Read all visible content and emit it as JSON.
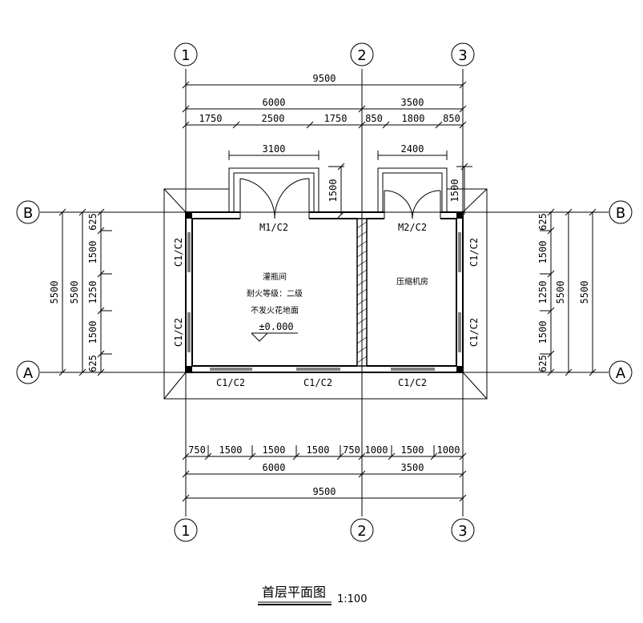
{
  "axes": {
    "col_1": "1",
    "col_2": "2",
    "col_3": "3",
    "row_a": "A",
    "row_b": "B"
  },
  "dims_top": {
    "overall": "9500",
    "bay_1": "6000",
    "bay_2": "3500",
    "seg_a": "1750",
    "seg_b": "2500",
    "seg_c": "1750",
    "seg_d": "850",
    "seg_e": "1800",
    "seg_f": "850",
    "door_1_width": "3100",
    "door_2_width": "2400",
    "canopy_1_depth": "1500",
    "canopy_2_depth": "1500"
  },
  "dims_bottom": {
    "seg_1": "750",
    "seg_2": "1500",
    "seg_3": "1500",
    "seg_4": "1500",
    "seg_5": "750",
    "seg_6": "1000",
    "seg_7": "1500",
    "seg_8": "1000",
    "bay_1": "6000",
    "bay_2": "3500",
    "overall": "9500"
  },
  "dims_left": {
    "overall_outer": "5500",
    "overall_inner": "5500",
    "seg_1": "625",
    "seg_2": "1500",
    "seg_3": "1250",
    "seg_4": "1500",
    "seg_5": "625"
  },
  "dims_right": {
    "overall_inner": "5500",
    "overall_outer": "5500",
    "seg_1": "625",
    "seg_2": "1500",
    "seg_3": "1250",
    "seg_4": "1500",
    "seg_5": "625"
  },
  "labels": {
    "door_m1": "M1/C2",
    "door_m2": "M2/C2",
    "win_left_top": "C1/C2",
    "win_left_bottom": "C1/C2",
    "win_right_top": "C1/C2",
    "win_right_bottom": "C1/C2",
    "win_bottom_1": "C1/C2",
    "win_bottom_2": "C1/C2",
    "win_bottom_3": "C1/C2"
  },
  "rooms": {
    "room_1_name": "灌瓶间",
    "room_1_fire": "耐火等级：二级",
    "room_1_floor": "不发火花地面",
    "room_1_level": "±0.000",
    "room_2_name": "压缩机房"
  },
  "title": {
    "main": "首层平面图",
    "scale": "1:100"
  }
}
